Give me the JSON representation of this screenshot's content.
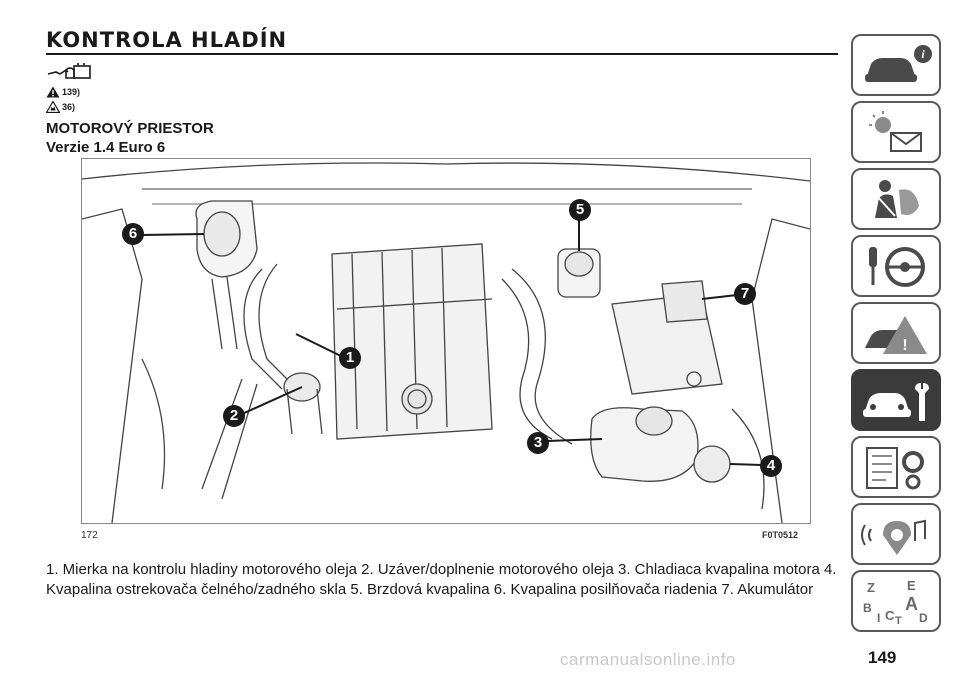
{
  "page": {
    "section_title": "KONTROLA HLADÍN",
    "warnings": [
      "139)",
      "36)"
    ],
    "heading": "MOTOROVÝ PRIESTOR",
    "subheading": "Verzie 1.4 Euro 6",
    "figure": {
      "page_ref": "172",
      "code": "F0T0512",
      "callouts": [
        "1",
        "2",
        "3",
        "4",
        "5",
        "6",
        "7"
      ]
    },
    "caption": "1. Mierka na kontrolu hladiny motorového oleja 2. Uzáver/doplnenie motorového oleja 3. Chladiaca kvapalina motora 4. Kvapalina ostrekovača čelného/zadného skla 5. Brzdová kvapalina 6. Kvapalina posilňovača riadenia 7. Akumulátor",
    "page_number": "149",
    "watermark": "carmanualsonline.info"
  },
  "side_tabs": [
    {
      "icon": "car-info-icon",
      "active": false
    },
    {
      "icon": "dashboard-lights-icon",
      "active": false
    },
    {
      "icon": "safety-airbag-icon",
      "active": false
    },
    {
      "icon": "key-steering-icon",
      "active": false
    },
    {
      "icon": "emergency-icon",
      "active": false
    },
    {
      "icon": "car-wrench-icon",
      "active": true
    },
    {
      "icon": "technical-data-icon",
      "active": false
    },
    {
      "icon": "multimedia-icon",
      "active": false
    },
    {
      "icon": "index-icon",
      "active": false
    }
  ],
  "colors": {
    "accent_tab": "#3b3b3b",
    "tab_border": "#5a5a5a",
    "callout": "#1a1a1a"
  }
}
